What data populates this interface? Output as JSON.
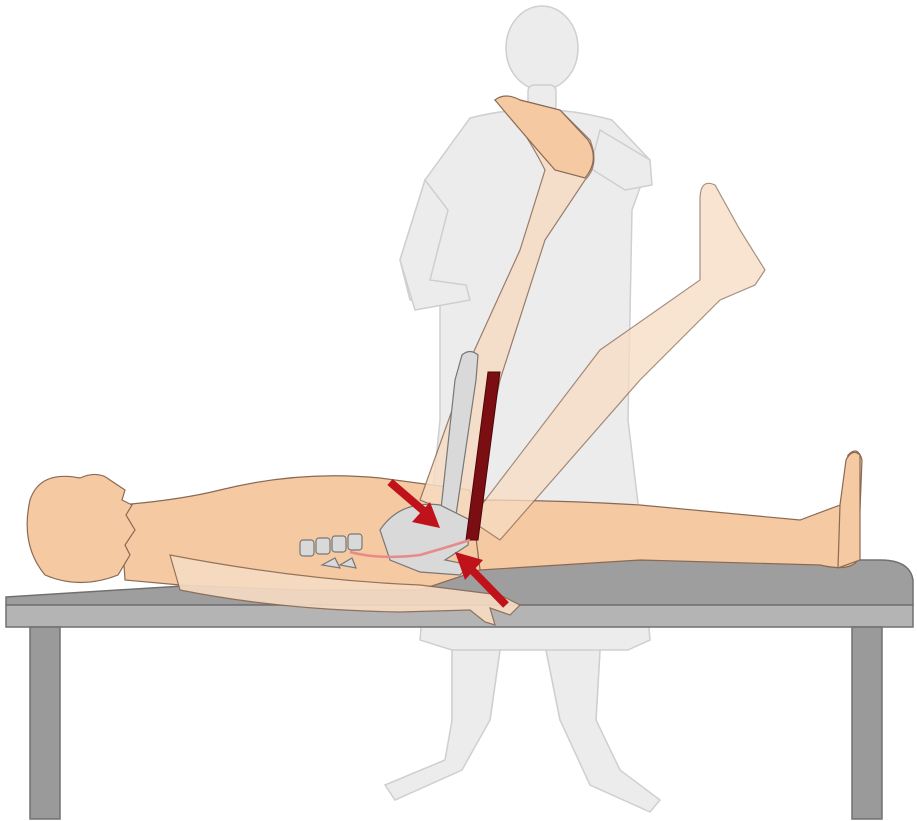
{
  "illustration": {
    "subject": "",
    "colors": {
      "background": "#ffffff",
      "skin": "#f5c9a1",
      "skin_light": "#f7dcc3",
      "skin_outline": "#8a6a55",
      "examiner": "#ececec",
      "examiner_outline": "#c9c9c9",
      "table_top": "#9e9e9e",
      "table_edge": "#b4b4b4",
      "table_leg": "#9a9a9a",
      "bone": "#d9d9d9",
      "bone_outline": "#777777",
      "muscle": "#7a0e12",
      "nerve": "#e98a8a",
      "arrow": "#c0121a"
    },
    "icons": [
      "examiner-figure",
      "patient-figure",
      "exam-table",
      "raised-leg",
      "hip-bone",
      "psoas-muscle",
      "pressure-arrow"
    ]
  }
}
